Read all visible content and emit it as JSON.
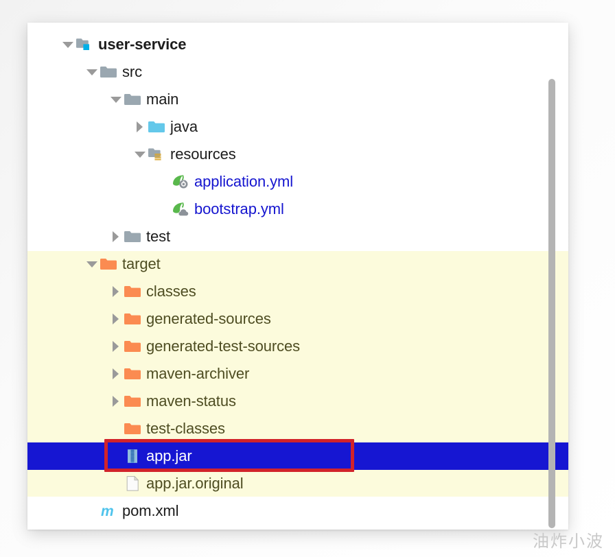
{
  "panel": {
    "scrollbar": {
      "orientation": "vertical"
    },
    "highlight_color": "#fcfbdc",
    "selection_color": "#1616d2",
    "annotation_color": "#d2232a"
  },
  "watermark": {
    "text": "油炸小波"
  },
  "tree": {
    "items": [
      {
        "label": "user-service",
        "indent": 0,
        "twisty": "open",
        "icon": "module-folder-icon",
        "style": "bold",
        "row_bg": "white"
      },
      {
        "label": "src",
        "indent": 1,
        "twisty": "open",
        "icon": "folder-icon",
        "style": "normal",
        "row_bg": "white"
      },
      {
        "label": "main",
        "indent": 2,
        "twisty": "open",
        "icon": "folder-icon",
        "style": "normal",
        "row_bg": "white"
      },
      {
        "label": "java",
        "indent": 3,
        "twisty": "closed",
        "icon": "sources-root-folder-icon",
        "style": "normal",
        "row_bg": "white"
      },
      {
        "label": "resources",
        "indent": 3,
        "twisty": "open",
        "icon": "resources-root-folder-icon",
        "style": "normal",
        "row_bg": "white"
      },
      {
        "label": "application.yml",
        "indent": 4,
        "twisty": "none",
        "icon": "spring-config-file-icon",
        "style": "link",
        "row_bg": "white"
      },
      {
        "label": "bootstrap.yml",
        "indent": 4,
        "twisty": "none",
        "icon": "spring-cloud-file-icon",
        "style": "link",
        "row_bg": "white"
      },
      {
        "label": "test",
        "indent": 2,
        "twisty": "closed",
        "icon": "folder-icon",
        "style": "normal",
        "row_bg": "white"
      },
      {
        "label": "target",
        "indent": 1,
        "twisty": "open",
        "icon": "excluded-folder-icon",
        "style": "dim",
        "row_bg": "yellow"
      },
      {
        "label": "classes",
        "indent": 2,
        "twisty": "closed",
        "icon": "excluded-folder-icon",
        "style": "dim",
        "row_bg": "yellow"
      },
      {
        "label": "generated-sources",
        "indent": 2,
        "twisty": "closed",
        "icon": "excluded-folder-icon",
        "style": "dim",
        "row_bg": "yellow"
      },
      {
        "label": "generated-test-sources",
        "indent": 2,
        "twisty": "closed",
        "icon": "excluded-folder-icon",
        "style": "dim",
        "row_bg": "yellow"
      },
      {
        "label": "maven-archiver",
        "indent": 2,
        "twisty": "closed",
        "icon": "excluded-folder-icon",
        "style": "dim",
        "row_bg": "yellow"
      },
      {
        "label": "maven-status",
        "indent": 2,
        "twisty": "closed",
        "icon": "excluded-folder-icon",
        "style": "dim",
        "row_bg": "yellow"
      },
      {
        "label": "test-classes",
        "indent": 2,
        "twisty": "none",
        "icon": "excluded-folder-icon",
        "style": "dim",
        "row_bg": "yellow"
      },
      {
        "label": "app.jar",
        "indent": 2,
        "twisty": "none",
        "icon": "archive-jar-icon",
        "style": "sel",
        "row_bg": "selected",
        "selected": true,
        "annotated": true
      },
      {
        "label": "app.jar.original",
        "indent": 2,
        "twisty": "none",
        "icon": "generic-file-icon",
        "style": "dim",
        "row_bg": "yellow"
      },
      {
        "label": "pom.xml",
        "indent": 1,
        "twisty": "none",
        "icon": "maven-pom-icon",
        "style": "normal",
        "row_bg": "white"
      }
    ]
  }
}
